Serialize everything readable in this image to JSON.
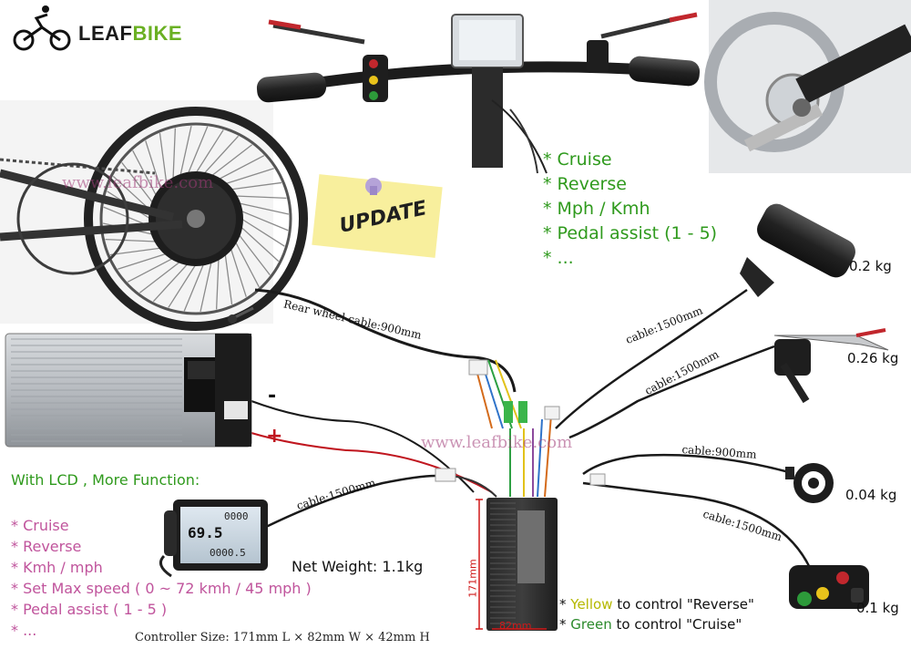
{
  "logo": {
    "icon": "cyclist-icon",
    "text_dark": "LEAF",
    "text_green": "BIKE"
  },
  "watermarks": [
    "www.leafbike.com",
    "www.leafbike.com"
  ],
  "update_note": "UPDATE",
  "lcd_features_top": [
    "* Cruise",
    "* Reverse",
    "* Mph / Kmh",
    "* Pedal assist (1 - 5)",
    "* ..."
  ],
  "lcd_section": {
    "title": "With LCD , More Function:",
    "features": [
      "* Cruise",
      "* Reverse",
      "* Kmh / mph",
      "* Set Max speed ( 0 ~ 72 kmh / 45 mph )",
      "* Pedal assist ( 1 - 5 )",
      "* ..."
    ]
  },
  "lcd_screen": {
    "top_digits": "0000",
    "speed": "69.5",
    "bottom_digits": "0000.5"
  },
  "battery": {
    "negative": "-",
    "positive": "+"
  },
  "cables": {
    "rear_wheel": "Rear wheel cable:900mm",
    "throttle": "cable:1500mm",
    "brake": "cable:1500mm",
    "pas": "cable:900mm",
    "switch": "cable:1500mm",
    "lcd": "cable:1500mm"
  },
  "weights": {
    "throttle": "0.2 kg",
    "brake": "0.26 kg",
    "pas": "0.04 kg",
    "switch": "0.1 kg"
  },
  "controller": {
    "net_weight": "Net Weight: 1.1kg",
    "size": "Controller Size: 171mm L × 82mm W × 42mm H",
    "dim_height": "171mm",
    "dim_width": "82mm"
  },
  "notes": {
    "bullet": "* ",
    "yellow_word": "Yellow",
    "yellow_rest": " to control \"Reverse\"",
    "green_word": "Green",
    "green_rest": " to control \"Cruise\""
  },
  "colors": {
    "brand_green": "#6ab023",
    "feature_green": "#2f9a1d",
    "feature_pink": "#c0549c",
    "wire_red": "#c0161f",
    "wire_black": "#1a1a1a"
  }
}
